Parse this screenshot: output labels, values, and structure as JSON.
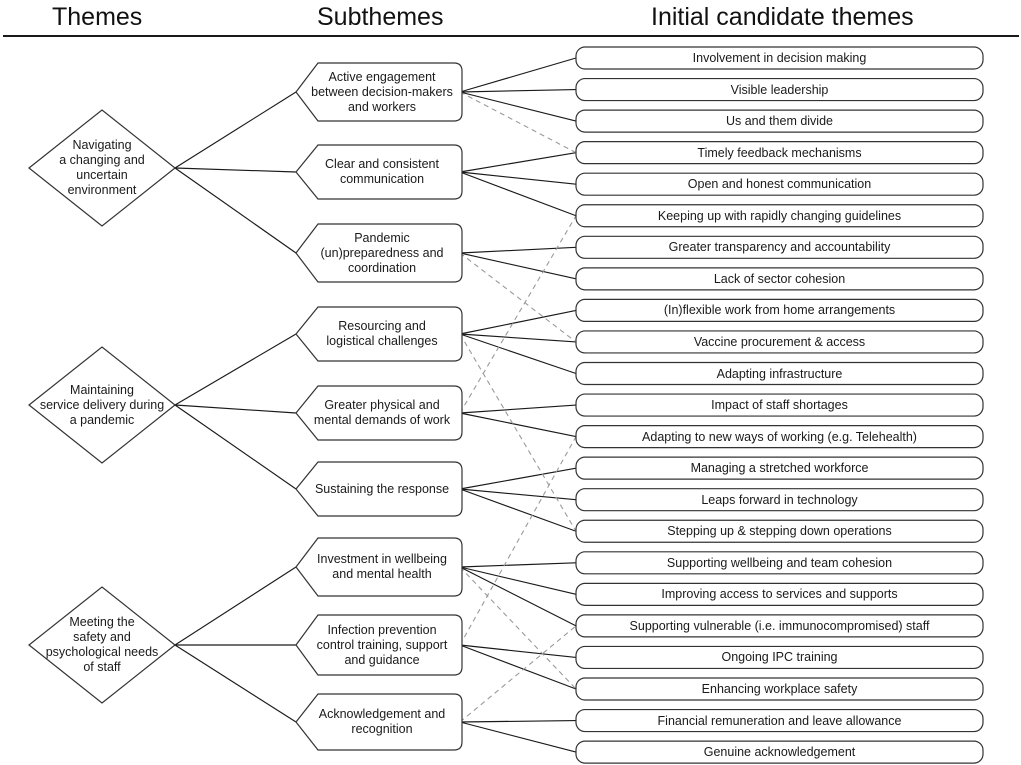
{
  "headers": {
    "themes": "Themes",
    "subthemes": "Subthemes",
    "candidates": "Initial candidate themes"
  },
  "themes": [
    {
      "label": "Navigating a changing and uncertain environment",
      "lines": [
        "Navigating",
        "a changing and",
        "uncertain",
        "environment"
      ]
    },
    {
      "label": "Maintaining service delivery during a pandemic",
      "lines": [
        "Maintaining",
        "service delivery during",
        "a pandemic"
      ]
    },
    {
      "label": "Meeting the safety and psychological needs of staff",
      "lines": [
        "Meeting the",
        "safety and",
        "psychological needs",
        "of staff"
      ]
    }
  ],
  "subthemes": [
    {
      "label": "Active engagement between decision-makers and workers",
      "lines": [
        "Active engagement",
        "between decision-makers",
        "and workers"
      ]
    },
    {
      "label": "Clear and consistent communication",
      "lines": [
        "Clear and consistent",
        "communication"
      ]
    },
    {
      "label": "Pandemic (un)preparedness and coordination",
      "lines": [
        "Pandemic",
        "(un)preparedness and",
        "coordination"
      ]
    },
    {
      "label": "Resourcing and logistical challenges",
      "lines": [
        "Resourcing and",
        "logistical challenges"
      ]
    },
    {
      "label": "Greater physical and mental demands of work",
      "lines": [
        "Greater physical and",
        "mental demands of work"
      ]
    },
    {
      "label": "Sustaining the response",
      "lines": [
        "Sustaining the response"
      ]
    },
    {
      "label": "Investment in wellbeing and mental health",
      "lines": [
        "Investment in wellbeing",
        "and mental health"
      ]
    },
    {
      "label": "Infection prevention control training, support and guidance",
      "lines": [
        "Infection prevention",
        "control training, support",
        "and guidance"
      ]
    },
    {
      "label": "Acknowledgement and recognition",
      "lines": [
        "Acknowledgement and",
        "recognition"
      ]
    }
  ],
  "candidates": [
    "Involvement in decision making",
    "Visible leadership",
    "Us and them divide",
    "Timely feedback mechanisms",
    "Open and honest communication",
    "Keeping up with rapidly changing guidelines",
    "Greater transparency and accountability",
    "Lack of sector cohesion",
    "(In)flexible work from home arrangements",
    "Vaccine procurement & access",
    "Adapting infrastructure",
    "Impact of staff shortages",
    "Adapting to new ways of working (e.g. Telehealth)",
    "Managing a stretched workforce",
    "Leaps forward in technology",
    "Stepping up & stepping down operations",
    "Supporting wellbeing and team cohesion",
    "Improving access to services and supports",
    "Supporting vulnerable (i.e. immunocompromised) staff",
    "Ongoing IPC training",
    "Enhancing workplace safety",
    "Financial remuneration and leave allowance",
    "Genuine acknowledgement"
  ],
  "theme_links": [
    [
      0,
      0
    ],
    [
      0,
      1
    ],
    [
      0,
      2
    ],
    [
      1,
      3
    ],
    [
      1,
      4
    ],
    [
      1,
      5
    ],
    [
      2,
      6
    ],
    [
      2,
      7
    ],
    [
      2,
      8
    ]
  ],
  "primary_links": [
    [
      0,
      0
    ],
    [
      0,
      1
    ],
    [
      0,
      2
    ],
    [
      1,
      3
    ],
    [
      1,
      4
    ],
    [
      1,
      5
    ],
    [
      2,
      6
    ],
    [
      2,
      7
    ],
    [
      3,
      8
    ],
    [
      3,
      9
    ],
    [
      3,
      10
    ],
    [
      4,
      11
    ],
    [
      4,
      12
    ],
    [
      5,
      13
    ],
    [
      5,
      14
    ],
    [
      5,
      15
    ],
    [
      6,
      16
    ],
    [
      6,
      17
    ],
    [
      6,
      18
    ],
    [
      7,
      19
    ],
    [
      7,
      20
    ],
    [
      8,
      21
    ],
    [
      8,
      22
    ]
  ],
  "secondary_links": [
    [
      0,
      3
    ],
    [
      2,
      9
    ],
    [
      3,
      15
    ],
    [
      4,
      5
    ],
    [
      6,
      20
    ],
    [
      7,
      12
    ],
    [
      8,
      18
    ]
  ],
  "colors": {
    "line": "#1a1a1a",
    "dashed": "#9a9a9a",
    "stroke": "#333333",
    "fill": "#ffffff"
  }
}
